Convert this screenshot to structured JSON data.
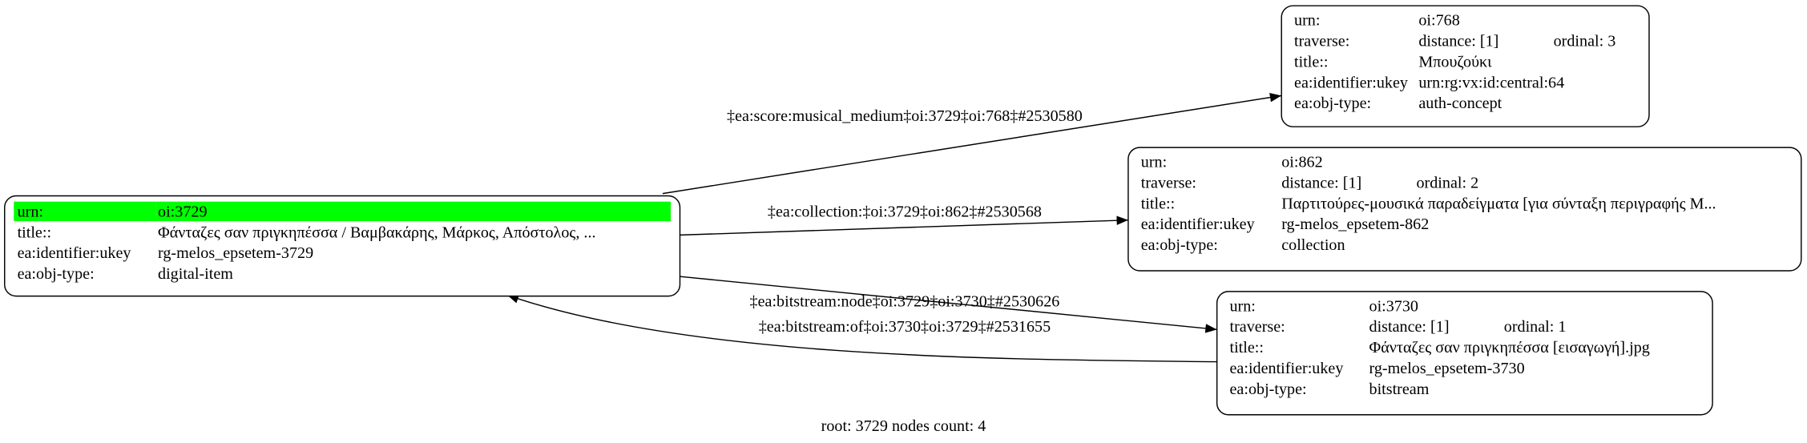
{
  "nodes": [
    {
      "id": "3729",
      "root": true,
      "highlight_color": "#00ff00",
      "rows": [
        [
          "urn:",
          "oi:3729"
        ],
        [
          "title::",
          "Φάνταζες σαν πριγκηπέσσα / Βαμβακάρης, Μάρκος, Απόστολος, ..."
        ],
        [
          "ea:identifier:ukey",
          "rg-melos_epsetem-3729"
        ],
        [
          "ea:obj-type:",
          "digital-item"
        ]
      ]
    },
    {
      "id": "768",
      "rows": [
        [
          "urn:",
          "oi:768"
        ],
        [
          "traverse:",
          "distance: [1]",
          "ordinal: 3"
        ],
        [
          "title::",
          "Μπουζούκι"
        ],
        [
          "ea:identifier:ukey",
          "urn:rg:vx:id:central:64"
        ],
        [
          "ea:obj-type:",
          "auth-concept"
        ]
      ]
    },
    {
      "id": "862",
      "rows": [
        [
          "urn:",
          "oi:862"
        ],
        [
          "traverse:",
          "distance: [1]",
          "ordinal: 2"
        ],
        [
          "title::",
          "Παρτιτούρες-μουσικά παραδείγματα [για σύνταξη περιγραφής Μ..."
        ],
        [
          "ea:identifier:ukey",
          "rg-melos_epsetem-862"
        ],
        [
          "ea:obj-type:",
          "collection"
        ]
      ]
    },
    {
      "id": "3730",
      "rows": [
        [
          "urn:",
          "oi:3730"
        ],
        [
          "traverse:",
          "distance: [1]",
          "ordinal: 1"
        ],
        [
          "title::",
          "Φάνταζες σαν πριγκηπέσσα [εισαγωγή].jpg"
        ],
        [
          "ea:identifier:ukey",
          "rg-melos_epsetem-3730"
        ],
        [
          "ea:obj-type:",
          "bitstream"
        ]
      ]
    }
  ],
  "edges": [
    {
      "from": "3729",
      "to": "768",
      "label": "‡ea:score:musical_medium‡oi:3729‡oi:768‡#2530580"
    },
    {
      "from": "3729",
      "to": "862",
      "label": "‡ea:collection:‡oi:3729‡oi:862‡#2530568"
    },
    {
      "from": "3729",
      "to": "3730",
      "label": "‡ea:bitstream:node‡oi:3729‡oi:3730‡#2530626"
    },
    {
      "from": "3730",
      "to": "3729",
      "label": "‡ea:bitstream:of‡oi:3730‡oi:3729‡#2531655"
    }
  ],
  "caption": "root: 3729 nodes count: 4"
}
